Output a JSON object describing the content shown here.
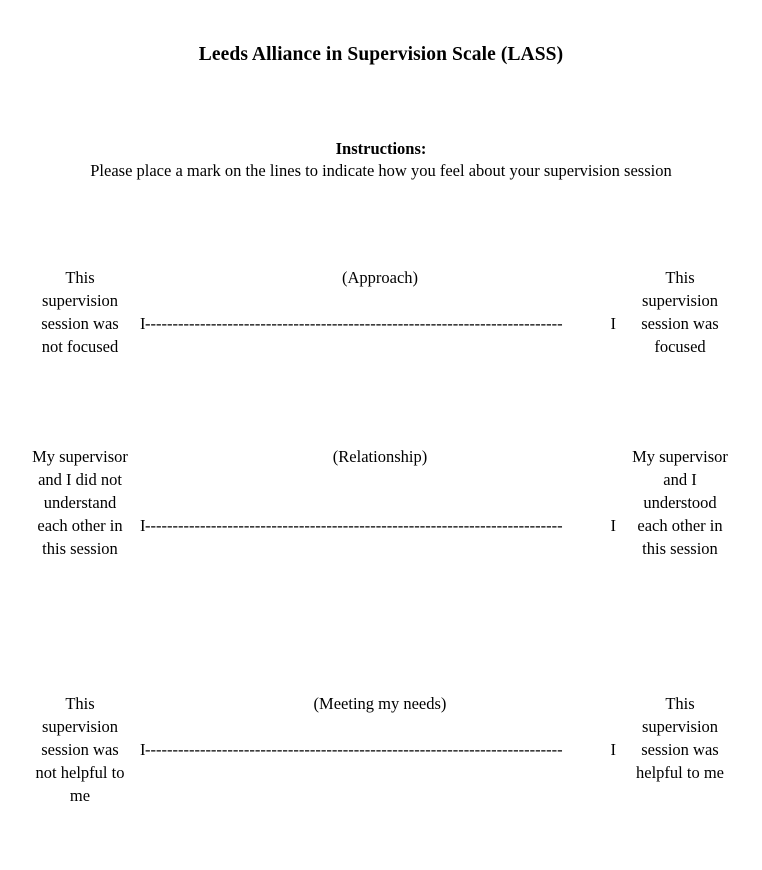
{
  "document": {
    "title": "Leeds Alliance in Supervision Scale (LASS)",
    "instructions_heading": "Instructions:",
    "instructions_body": "Please place a mark on the lines to indicate how you feel about your supervision session",
    "line_start_cap": "I",
    "line_end_cap": "I",
    "line_dashes": "----------------------------------------------------------------------------",
    "background_color": "#ffffff",
    "text_color": "#000000"
  },
  "scales": [
    {
      "aspect": "(Approach)",
      "left_anchor": "This supervision session was not focused",
      "right_anchor": "This supervision session was focused"
    },
    {
      "aspect": "(Relationship)",
      "left_anchor": "My supervisor and I did not understand each other in this session",
      "right_anchor": "My supervisor and I understood each other in this session"
    },
    {
      "aspect": "(Meeting my needs)",
      "left_anchor": "This supervision session was not helpful to me",
      "right_anchor": "This supervision session was helpful to me"
    }
  ]
}
